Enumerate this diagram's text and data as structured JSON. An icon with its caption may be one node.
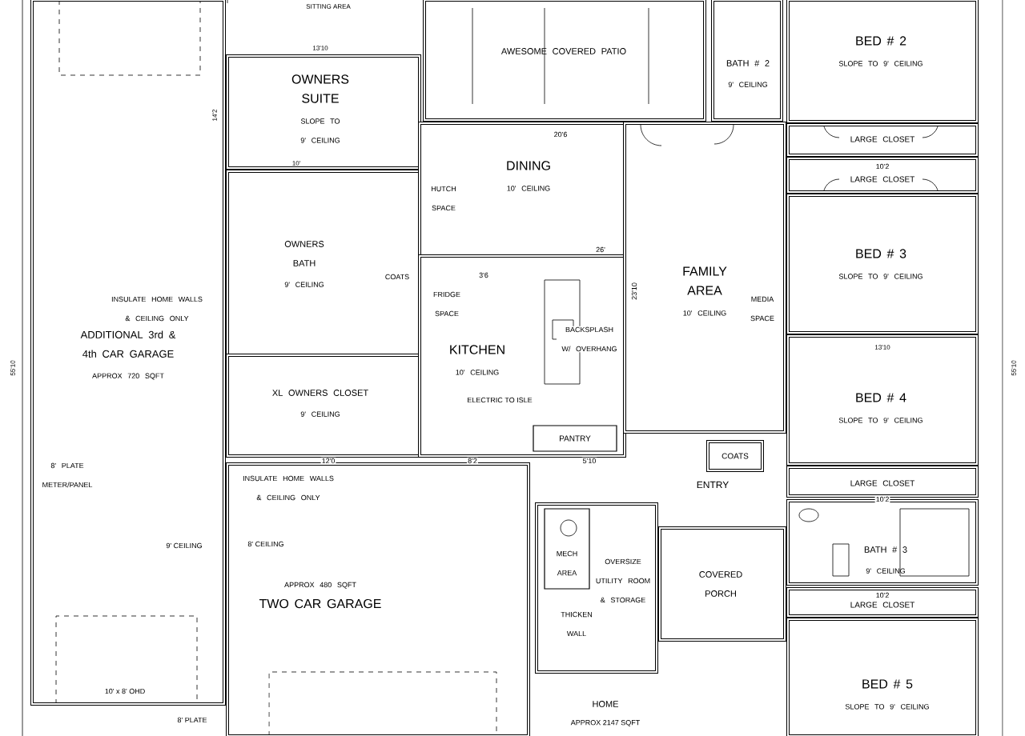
{
  "diagram": {
    "nodes": [
      {
        "text": [
          "ADDITIONAL 3rd & 4th CAR GARAGE",
          "APPROX 720 SQFT"
        ]
      },
      {
        "text": [
          "OWNERS SUITE",
          "SLOPE TO 9' CEILING"
        ]
      },
      {
        "text": [
          "OWNERS BATH",
          "9' CEILING"
        ]
      },
      {
        "text": [
          "XL OWNERS CLOSET",
          "9' CEILING"
        ]
      },
      {
        "text": [
          "AWESOME COVERED PATIO"
        ]
      },
      {
        "text": [
          "DINING",
          "10' CEILING"
        ]
      },
      {
        "text": [
          "KITCHEN",
          "10' CEILING"
        ]
      },
      {
        "text": [
          "PANTRY"
        ],
        "in": 6
      },
      {
        "text": [
          "FAMILY AREA",
          "10' CEILING"
        ]
      },
      {
        "text": [
          "BATH # 2",
          "9' CEILING"
        ]
      },
      {
        "text": [
          "BED # 2",
          "SLOPE TO 9' CEILING"
        ]
      },
      {
        "text": [
          "LARGE CLOSET"
        ]
      },
      {
        "text": [
          "LARGE CLOSET"
        ]
      },
      {
        "text": [
          "BED # 3",
          "SLOPE TO 9' CEILING"
        ]
      },
      {
        "text": [
          "BED # 4",
          "SLOPE TO 9' CEILING"
        ]
      },
      {
        "text": [
          "COATS"
        ]
      },
      {
        "text": [
          "LARGE CLOSET"
        ]
      },
      {
        "text": [
          "BATH # 3",
          "9' CEILING"
        ]
      },
      {
        "text": [
          "LARGE CLOSET"
        ]
      },
      {
        "text": [
          "BED # 5",
          "SLOPE TO 9' CEILING"
        ]
      },
      {
        "text": [
          "APPROX 480 SQFT",
          "TWO CAR GARAGE"
        ]
      },
      {
        "text": [
          "OVERSIZE UTILITY ROOM & STORAGE"
        ]
      },
      {
        "text": [
          "COVERED PORCH"
        ]
      },
      {
        "text": [
          "MECH AREA"
        ],
        "in": 21
      }
    ],
    "labels": [
      "SITTING AREA",
      "13'10",
      "14'2",
      "10'",
      "INSULATE HOME WALLS & CEILING ONLY",
      "20'6",
      "26'",
      "23'10",
      "3'6",
      "HUTCH SPACE",
      "FRIDGE SPACE",
      "COATS",
      "BACKSPLASH W/ OVERHANG",
      "MEDIA SPACE",
      "ELECTRIC TO ISLE",
      "8' PLATE METER/PANEL",
      "9' CEILING",
      "INSULATE HOME WALLS & CEILING ONLY",
      "8' CEILING",
      "10' x 8' OHD",
      "8' PLATE",
      "12'0",
      "8'2",
      "5'10",
      "THICKEN WALL",
      "10'2",
      "10'2",
      "10'2",
      "13'10",
      "55'10",
      "55'10",
      "ENTRY",
      "HOME",
      "APPROX 2147 SQFT"
    ]
  }
}
